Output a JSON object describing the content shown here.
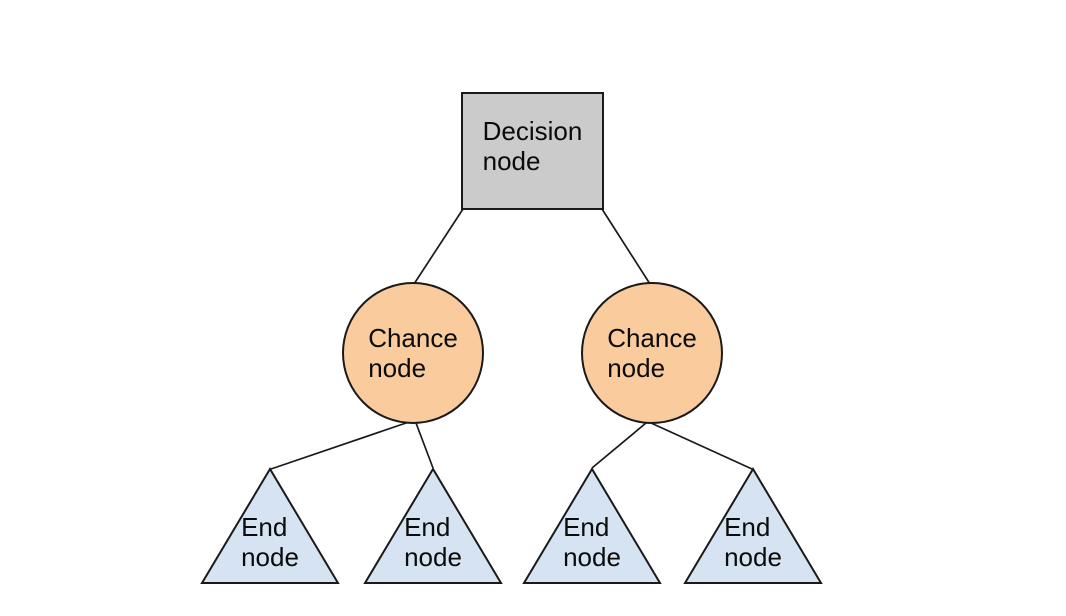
{
  "canvas": {
    "background": "#ffffff",
    "line_color": "#1a1a1a"
  },
  "nodes": {
    "decision": {
      "label": "Decision\nnode",
      "shape": "square",
      "fill": "#cbcbcb"
    },
    "chance_left": {
      "label": "Chance\nnode",
      "shape": "circle",
      "fill": "#f9cb9d"
    },
    "chance_right": {
      "label": "Chance\nnode",
      "shape": "circle",
      "fill": "#f9cb9d"
    },
    "end_1": {
      "label": "End\nnode",
      "shape": "triangle",
      "fill": "#d6e3f2"
    },
    "end_2": {
      "label": "End\nnode",
      "shape": "triangle",
      "fill": "#d6e3f2"
    },
    "end_3": {
      "label": "End\nnode",
      "shape": "triangle",
      "fill": "#d6e3f2"
    },
    "end_4": {
      "label": "End\nnode",
      "shape": "triangle",
      "fill": "#d6e3f2"
    }
  },
  "edges": [
    {
      "from": "decision",
      "to": "chance_left"
    },
    {
      "from": "decision",
      "to": "chance_right"
    },
    {
      "from": "chance_left",
      "to": "end_1"
    },
    {
      "from": "chance_left",
      "to": "end_2"
    },
    {
      "from": "chance_right",
      "to": "end_3"
    },
    {
      "from": "chance_right",
      "to": "end_4"
    }
  ]
}
